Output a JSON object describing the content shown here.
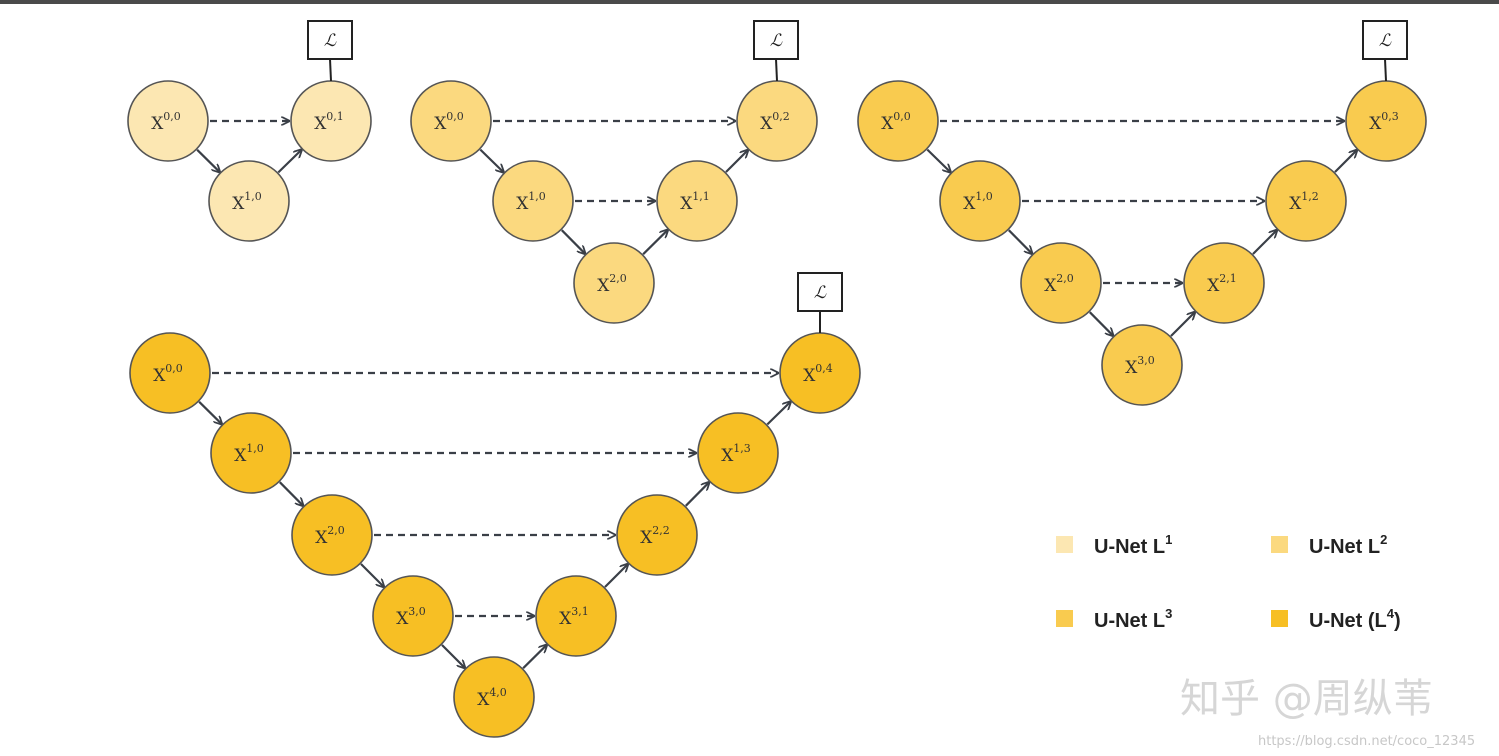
{
  "loss_symbol": "ℒ",
  "colors": {
    "L1": "#fce7b2",
    "L2": "#fbd97f",
    "L3": "#f9cb4f",
    "L4": "#f7bf24",
    "stroke": "#555555",
    "edge": "#3a3f47"
  },
  "networks": [
    {
      "id": "L1",
      "nodes": [
        {
          "id": "n00",
          "base": "X",
          "sup": "0,0"
        },
        {
          "id": "n10",
          "base": "X",
          "sup": "1,0"
        },
        {
          "id": "n01",
          "base": "X",
          "sup": "0,1"
        }
      ]
    },
    {
      "id": "L2",
      "nodes": [
        {
          "id": "n00",
          "base": "X",
          "sup": "0,0"
        },
        {
          "id": "n10",
          "base": "X",
          "sup": "1,0"
        },
        {
          "id": "n20",
          "base": "X",
          "sup": "2,0"
        },
        {
          "id": "n11",
          "base": "X",
          "sup": "1,1"
        },
        {
          "id": "n02",
          "base": "X",
          "sup": "0,2"
        }
      ]
    },
    {
      "id": "L3",
      "nodes": [
        {
          "id": "n00",
          "base": "X",
          "sup": "0,0"
        },
        {
          "id": "n10",
          "base": "X",
          "sup": "1,0"
        },
        {
          "id": "n20",
          "base": "X",
          "sup": "2,0"
        },
        {
          "id": "n30",
          "base": "X",
          "sup": "3,0"
        },
        {
          "id": "n21",
          "base": "X",
          "sup": "2,1"
        },
        {
          "id": "n12",
          "base": "X",
          "sup": "1,2"
        },
        {
          "id": "n03",
          "base": "X",
          "sup": "0,3"
        }
      ]
    },
    {
      "id": "L4",
      "nodes": [
        {
          "id": "n00",
          "base": "X",
          "sup": "0,0"
        },
        {
          "id": "n10",
          "base": "X",
          "sup": "1,0"
        },
        {
          "id": "n20",
          "base": "X",
          "sup": "2,0"
        },
        {
          "id": "n30",
          "base": "X",
          "sup": "3,0"
        },
        {
          "id": "n40",
          "base": "X",
          "sup": "4,0"
        },
        {
          "id": "n31",
          "base": "X",
          "sup": "3,1"
        },
        {
          "id": "n22",
          "base": "X",
          "sup": "2,2"
        },
        {
          "id": "n13",
          "base": "X",
          "sup": "1,3"
        },
        {
          "id": "n04",
          "base": "X",
          "sup": "0,4"
        }
      ]
    }
  ],
  "legend": [
    {
      "base": "U-Net L",
      "sup": "1",
      "suffix": "",
      "color": "#fce7b2"
    },
    {
      "base": "U-Net L",
      "sup": "2",
      "suffix": "",
      "color": "#fbd97f"
    },
    {
      "base": "U-Net L",
      "sup": "3",
      "suffix": "",
      "color": "#f9cb4f"
    },
    {
      "base": "U-Net (L",
      "sup": "4",
      "suffix": ")",
      "color": "#f7bf24"
    }
  ],
  "watermark": "知乎 @周纵苇",
  "url": "https://blog.csdn.net/coco_12345"
}
